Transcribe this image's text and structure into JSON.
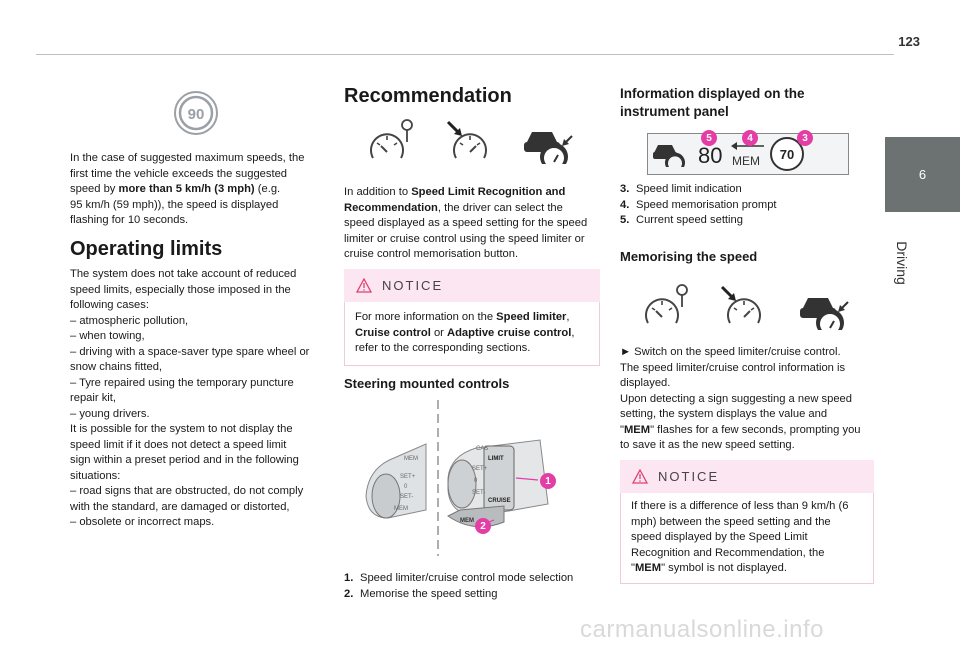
{
  "page": {
    "number": "123",
    "chapter_number": "6",
    "chapter_title": "Driving"
  },
  "col1": {
    "speed_sign_value": "90",
    "intro_1": "In the case of suggested maximum speeds, the",
    "intro_2": "first time the vehicle exceeds the suggested",
    "intro_3a": "speed by ",
    "intro_3b": "more than 5 km/h (3 mph)",
    "intro_3c": " (e.g.",
    "intro_4": "95 km/h (59 mph)), the speed is displayed",
    "intro_5": "flashing for 10 seconds.",
    "heading": "Operating limits",
    "lines": [
      "The system does not take account of reduced",
      "speed limits, especially those imposed in the",
      "following cases:",
      "– atmospheric pollution,",
      "– when towing,",
      "– driving with a space-saver type spare wheel or",
      "snow chains fitted,",
      "– Tyre repaired using the temporary puncture",
      "repair kit,",
      "– young drivers.",
      "It is possible for the system to not display the",
      "speed limit if it does not detect a speed limit",
      "sign within a preset period and in the following",
      "situations:",
      "– road signs that are obstructed, do not comply",
      "with the standard, are damaged or distorted,",
      "– obsolete or incorrect maps."
    ]
  },
  "col2": {
    "heading": "Recommendation",
    "p1_a": "In addition to ",
    "p1_b": "Speed Limit Recognition and",
    "p1_c": "Recommendation",
    "p1_d": ", the driver can select the",
    "p1_e": "speed displayed as a speed setting for the speed",
    "p1_f": "limiter or cruise control using the speed limiter or",
    "p1_g": "cruise control memorisation button.",
    "notice_title": "NOTICE",
    "notice_a": "For more information on the ",
    "notice_b": "Speed limiter",
    "notice_c": ",",
    "notice_d": "Cruise control",
    "notice_e": " or ",
    "notice_f": "Adaptive cruise control",
    "notice_g": ",",
    "notice_h": "refer to the corresponding sections.",
    "steering_heading": "Steering mounted controls",
    "stalk_labels": {
      "cas": "CAS",
      "set_plus": "SET+",
      "set_minus": "SET-",
      "zero": "0",
      "mem": "MEM",
      "limit": "LIMIT",
      "cruise": "CRUISE"
    },
    "badge_1": "1",
    "badge_2": "2",
    "list": [
      {
        "num": "1.",
        "text": "Speed limiter/cruise control mode selection"
      },
      {
        "num": "2.",
        "text": "Memorise the speed setting"
      }
    ]
  },
  "col3": {
    "heading_1": "Information displayed on the",
    "heading_2": "instrument panel",
    "panel_speed": "80",
    "panel_mem": "MEM",
    "panel_limit": "70",
    "badges": [
      "5",
      "4",
      "3"
    ],
    "list": [
      {
        "num": "3.",
        "text": "Speed limit indication"
      },
      {
        "num": "4.",
        "text": "Speed memorisation prompt"
      },
      {
        "num": "5.",
        "text": "Current speed setting"
      }
    ],
    "mem_heading": "Memorising the speed",
    "p1": "► Switch on the speed limiter/cruise control.",
    "p2": "The speed limiter/cruise control information is",
    "p3": "displayed.",
    "p4": "Upon detecting a sign suggesting a new speed",
    "p5": "setting, the system displays the value and",
    "p6a": "\"",
    "p6b": "MEM",
    "p6c": "\" flashes for a few seconds, prompting you",
    "p7": "to save it as the new speed setting.",
    "notice_title": "NOTICE",
    "n1": "If there is a difference of less than 9 km/h (6",
    "n2": "mph) between the speed setting and the",
    "n3": "speed displayed by the Speed Limit",
    "n4": "Recognition and Recommendation, the",
    "n5a": "\"",
    "n5b": "MEM",
    "n5c": "\" symbol is not displayed."
  },
  "watermark": "carmanualsonline.info",
  "colors": {
    "accent": "#e33ea6",
    "notice_bg": "#fbe6f1",
    "tab_bg": "#6c7272"
  }
}
